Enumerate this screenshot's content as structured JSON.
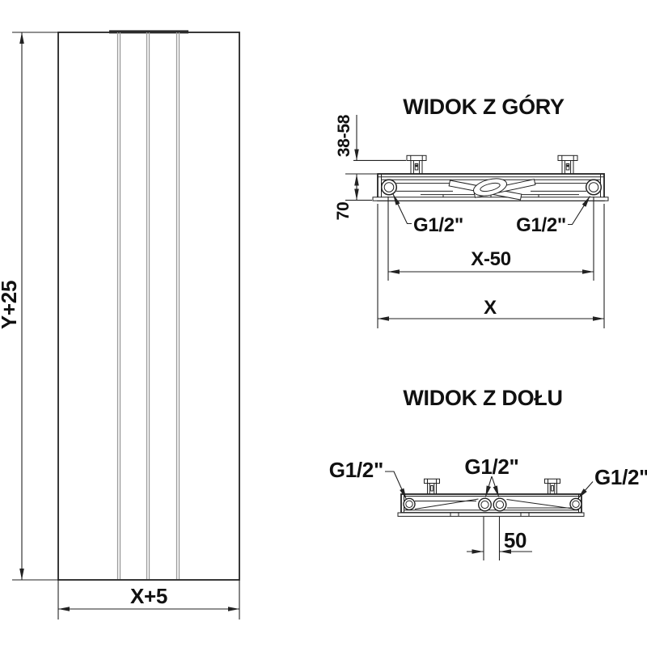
{
  "colors": {
    "line": "#222222",
    "groove": "#9a9a9a",
    "text": "#111111",
    "background": "#ffffff"
  },
  "front_view": {
    "dim_height": "Y+25",
    "dim_width": "X+5"
  },
  "top_view": {
    "title": "WIDOK Z GÓRY",
    "dim_wall_distance": "38-58",
    "dim_depth": "70",
    "dim_connection_span": "X-50",
    "dim_total_width": "X",
    "conn_left": "G1/2\"",
    "conn_right": "G1/2\""
  },
  "bottom_view": {
    "title": "WIDOK Z DOŁU",
    "conn_left": "G1/2\"",
    "conn_center": "G1/2\"",
    "conn_right": "G1/2\"",
    "dim_center_spacing": "50"
  }
}
